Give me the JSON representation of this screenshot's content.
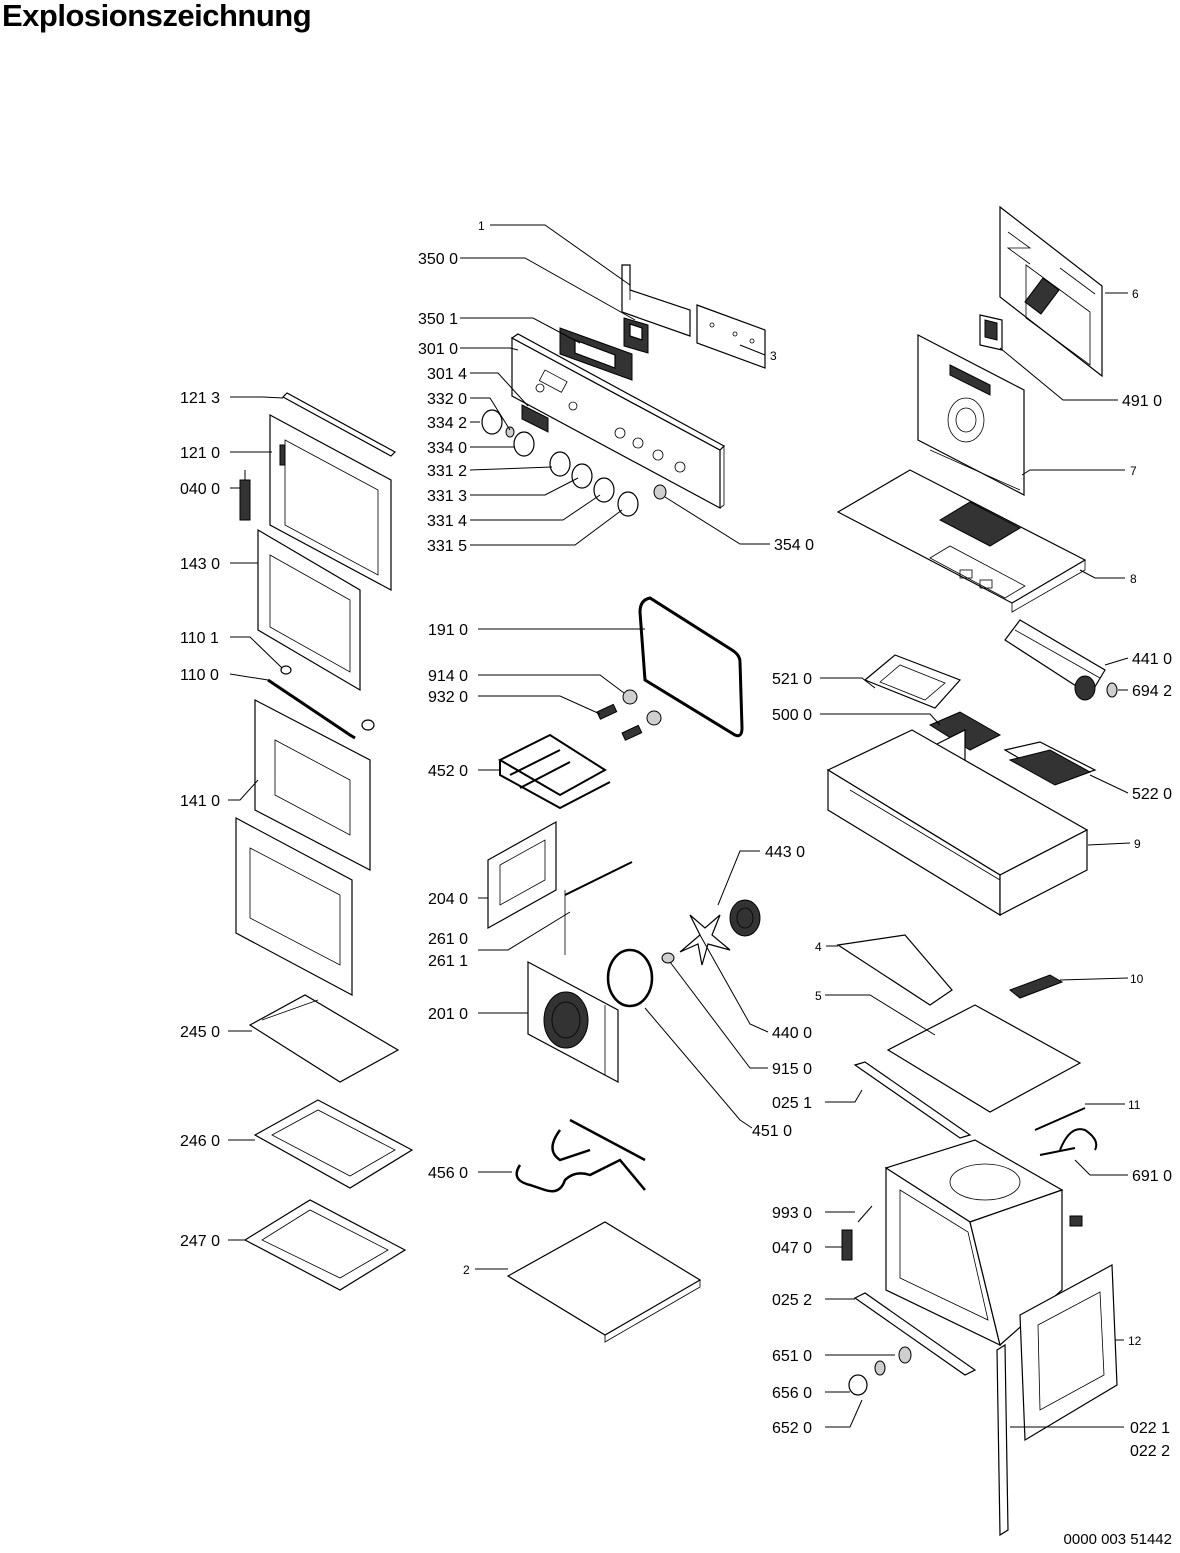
{
  "title": "Explosionszeichnung",
  "document_number": "0000 003 51442",
  "labels": {
    "l1": "1",
    "l350_0": "350 0",
    "l350_1": "350 1",
    "l301_0": "301 0",
    "l301_4": "301 4",
    "l332_0": "332 0",
    "l334_2": "334 2",
    "l334_0": "334 0",
    "l331_2": "331 2",
    "l331_3": "331 3",
    "l331_4": "331 4",
    "l331_5": "331 5",
    "l354_0": "354 0",
    "l3": "3",
    "l6": "6",
    "l491_0": "491 0",
    "l7": "7",
    "l8": "8",
    "l121_3": "121 3",
    "l121_0": "121 0",
    "l040_0": "040 0",
    "l143_0": "143 0",
    "l110_1": "110 1",
    "l110_0": "110 0",
    "l141_0": "141 0",
    "l245_0": "245 0",
    "l246_0": "246 0",
    "l247_0": "247 0",
    "l191_0": "191 0",
    "l914_0": "914 0",
    "l932_0": "932 0",
    "l452_0": "452 0",
    "l204_0": "204 0",
    "l261_0": "261 0",
    "l261_1": "261 1",
    "l201_0": "201 0",
    "l456_0": "456 0",
    "l2": "2",
    "l443_0": "443 0",
    "l440_0": "440 0",
    "l915_0": "915 0",
    "l451_0": "451 0",
    "l521_0": "521 0",
    "l500_0": "500 0",
    "l441_0": "441 0",
    "l694_2": "694 2",
    "l522_0": "522 0",
    "l9": "9",
    "l4": "4",
    "l10": "10",
    "l5": "5",
    "l025_1": "025 1",
    "l11": "11",
    "l691_0": "691 0",
    "l993_0": "993 0",
    "l047_0": "047 0",
    "l025_2": "025 2",
    "l12": "12",
    "l651_0": "651 0",
    "l656_0": "656 0",
    "l652_0": "652 0",
    "l022_1": "022 1",
    "l022_2": "022 2"
  }
}
